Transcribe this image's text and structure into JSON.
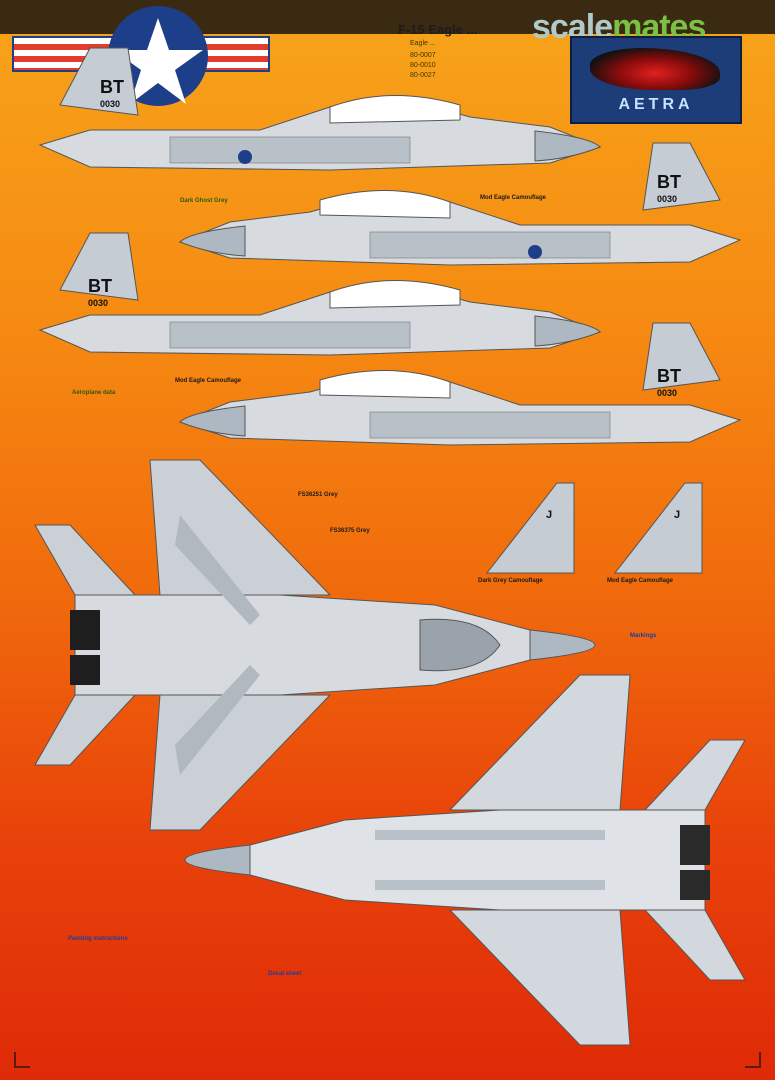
{
  "header": {
    "watermark_a": "scale",
    "watermark_b": "mates",
    "title": "F-15 Eagle ...",
    "subtitle": "Eagle ...",
    "serials": [
      "80-0007",
      "80-0010",
      "80-0027"
    ]
  },
  "logo": {
    "text": "AETRA"
  },
  "aircraft": {
    "tail_code": "BT",
    "tail_serial": "0030"
  },
  "captions": {
    "top_grey": "Dark Ghost Grey",
    "side_caption_1": "Mod Eagle Camouflage",
    "side_caption_2": "Mod Eagle Camouflage",
    "fin_caption_1": "Dark Grey Camouflage",
    "fin_caption_2": "Mod Eagle Camouflage",
    "plan_caption_1": "FS36251 Grey",
    "plan_caption_2": "FS36375 Grey"
  },
  "notes": {
    "left_note": "Aeroplane data",
    "bottom_left": "Painting instructions",
    "bottom_center": "Decal sheet",
    "right_note": "Markings"
  },
  "colors": {
    "aircraft_light": "#d7dbe0",
    "aircraft_mid": "#b8c0c8",
    "aircraft_dark": "#7a858f",
    "radome": "#aeb8c2",
    "bg_top": "#f7a41a",
    "bg_bottom": "#df2a08"
  }
}
